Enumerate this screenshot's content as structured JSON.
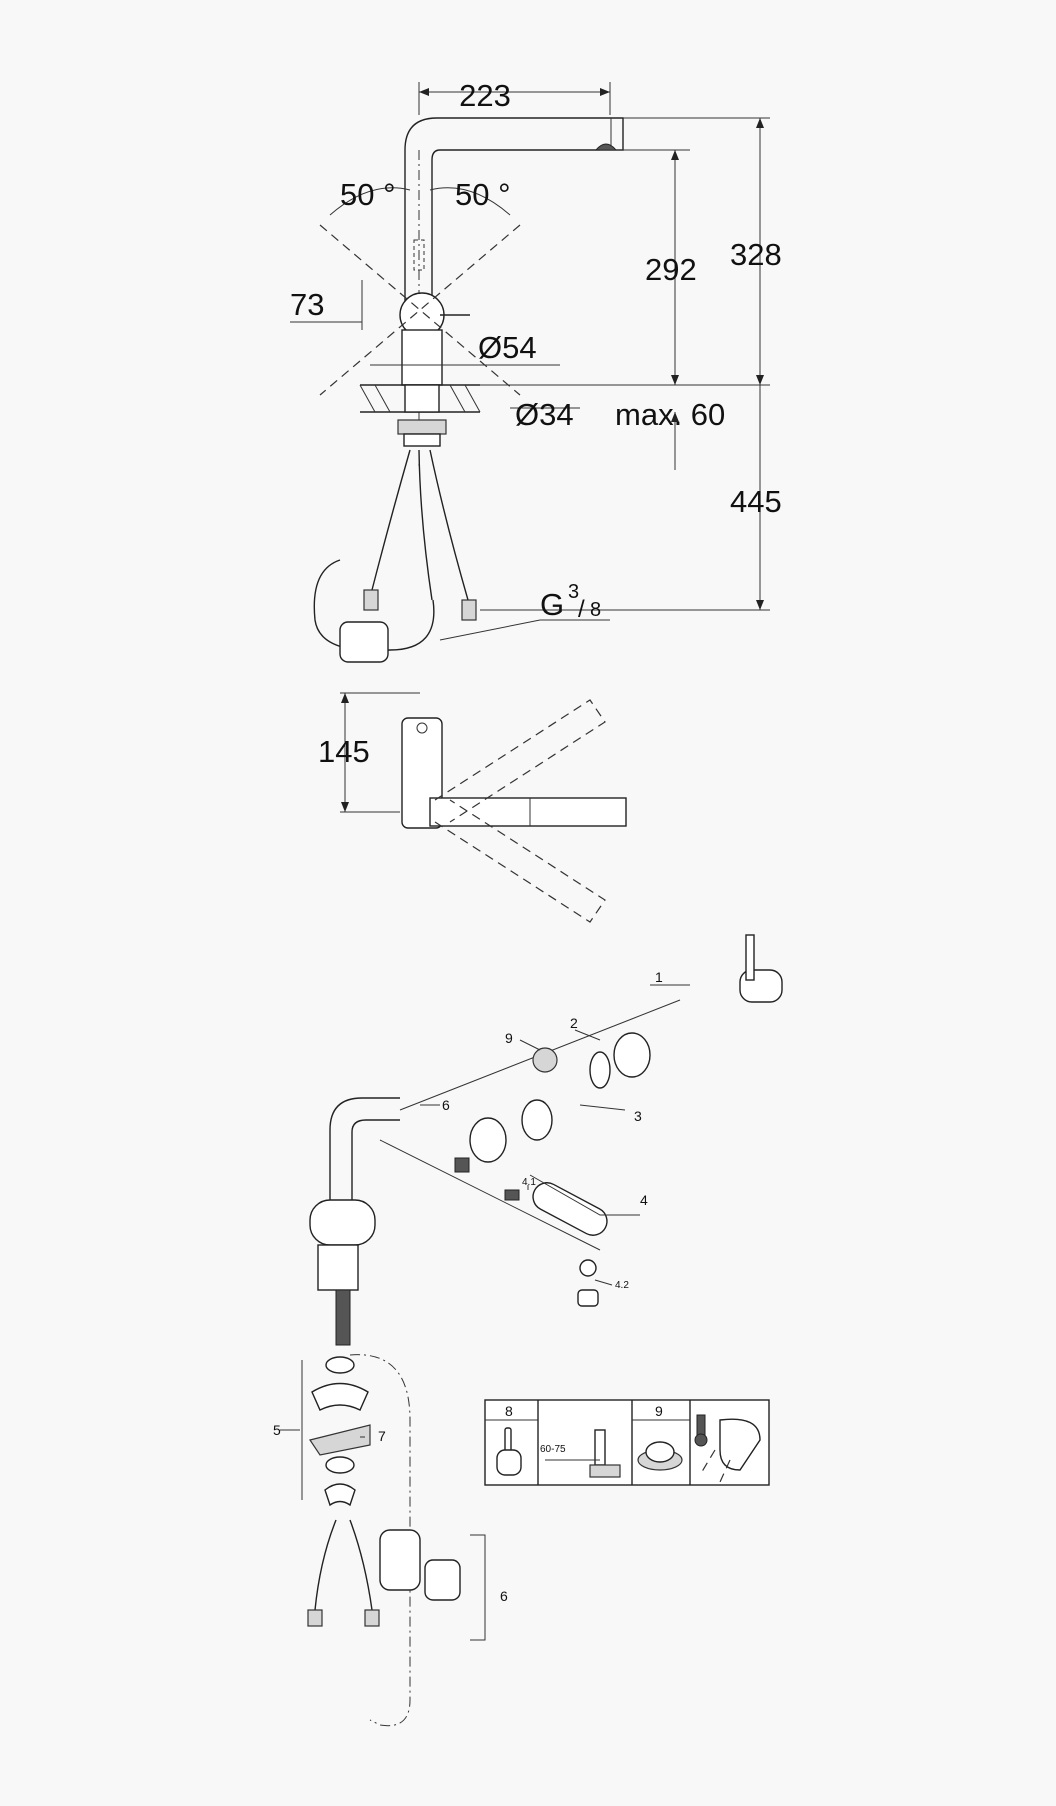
{
  "colors": {
    "line": "#222222",
    "background": "#f8f8f8"
  },
  "side_view": {
    "dim_width": "223",
    "angle_left": "50 °",
    "angle_right": "50 °",
    "dim_73": "73",
    "dia_54": "Ø54",
    "dia_34": "Ø34",
    "max_60": "max. 60",
    "dim_292": "292",
    "dim_328": "328",
    "dim_445": "445",
    "thread_g": "G",
    "thread_num": "3",
    "thread_den": "8"
  },
  "top_view": {
    "dim_145": "145"
  },
  "exploded": {
    "callout_1": "1",
    "callout_2": "2",
    "callout_3": "3",
    "callout_4": "4",
    "callout_4_1": "4.1",
    "callout_4_2": "4.2",
    "callout_5": "5",
    "callout_6_top": "6",
    "callout_6_bottom": "6",
    "callout_7": "7",
    "callout_9": "9"
  },
  "legend": {
    "cell_8": "8",
    "cell_9": "9",
    "range_label": "60-75"
  }
}
